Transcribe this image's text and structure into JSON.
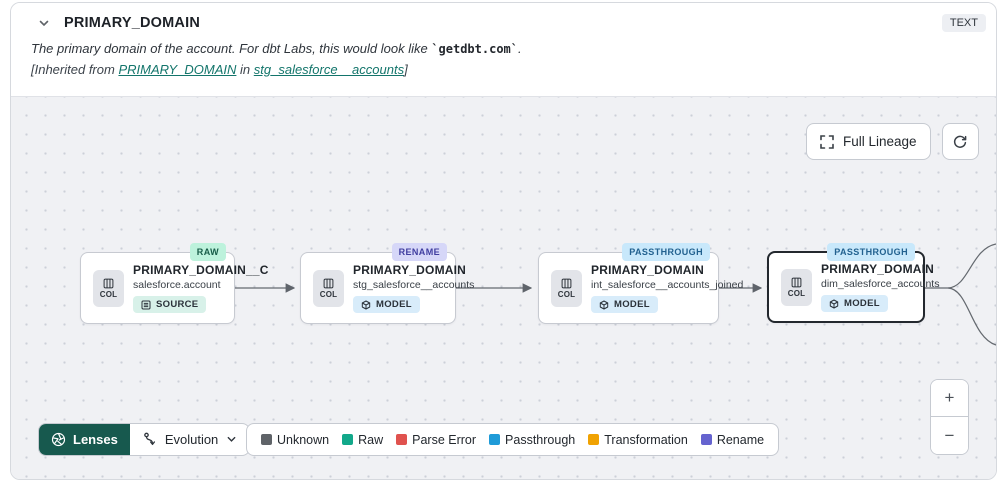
{
  "header": {
    "title": "PRIMARY_DOMAIN",
    "type_badge": "TEXT",
    "description": {
      "text_before": "The primary domain of the account. For dbt Labs, this would look like ",
      "code": "`getdbt.com`",
      "text_after": "."
    },
    "inherited": {
      "prefix": "[Inherited from ",
      "column_link": "PRIMARY_DOMAIN",
      "middle": " in ",
      "model_link": "stg_salesforce__accounts",
      "suffix": "]"
    }
  },
  "toolbar": {
    "full_lineage_label": "Full Lineage"
  },
  "nodes": [
    {
      "badge": "RAW",
      "title": "PRIMARY_DOMAIN__C",
      "subtitle": "salesforce.account",
      "col_label": "COL",
      "resource_label": "SOURCE",
      "selected": false
    },
    {
      "badge": "RENAME",
      "title": "PRIMARY_DOMAIN",
      "subtitle": "stg_salesforce__accounts",
      "col_label": "COL",
      "resource_label": "MODEL",
      "selected": false
    },
    {
      "badge": "PASSTHROUGH",
      "title": "PRIMARY_DOMAIN",
      "subtitle": "int_salesforce__accounts_joined",
      "col_label": "COL",
      "resource_label": "MODEL",
      "selected": false
    },
    {
      "badge": "PASSTHROUGH",
      "title": "PRIMARY_DOMAIN",
      "subtitle": "dim_salesforce_accounts",
      "col_label": "COL",
      "resource_label": "MODEL",
      "selected": true
    }
  ],
  "badge_colors": {
    "raw": "#bdf2dc",
    "rename": "#d6d7f8",
    "passthrough": "#c8e8fb"
  },
  "lenses": {
    "button_label": "Lenses",
    "selected_lens": "Evolution"
  },
  "legend": {
    "items": [
      {
        "label": "Unknown",
        "color": "#5f6368"
      },
      {
        "label": "Raw",
        "color": "#12a88a"
      },
      {
        "label": "Parse Error",
        "color": "#e0524e"
      },
      {
        "label": "Passthrough",
        "color": "#1f9bd8"
      },
      {
        "label": "Transformation",
        "color": "#f0a202"
      },
      {
        "label": "Rename",
        "color": "#6563cf"
      }
    ]
  },
  "zoom_controls": {
    "zoom_in": "+",
    "zoom_out": "−"
  },
  "accent_colors": {
    "link_teal": "#13756b",
    "lenses_button": "#17594e"
  }
}
